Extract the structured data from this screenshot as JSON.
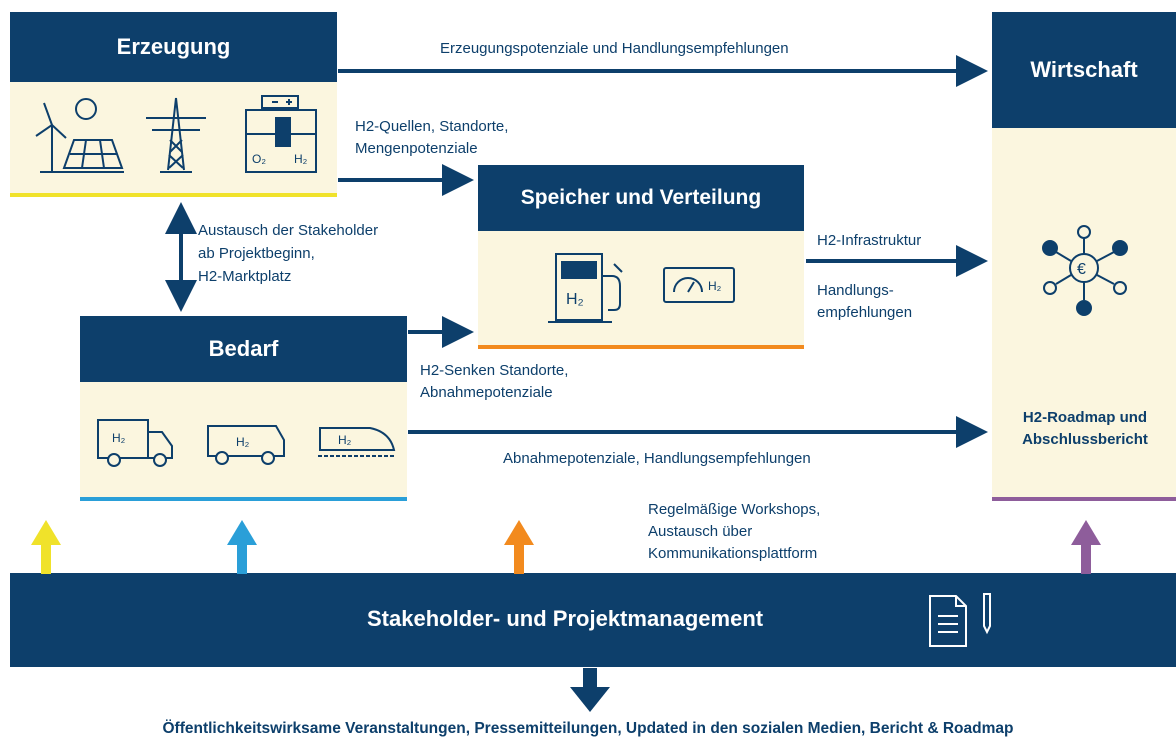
{
  "boxes": {
    "erzeugung": {
      "title": "Erzeugung",
      "underline_color": "#f0e22a"
    },
    "speicher": {
      "title": "Speicher und Verteilung",
      "underline_color": "#f28a1e"
    },
    "bedarf": {
      "title": "Bedarf",
      "underline_color": "#2a9fd8"
    },
    "wirtschaft": {
      "title": "Wirtschaft",
      "body": "H2-Roadmap und Abschlussbericht",
      "underline_color": "#8e5d9b"
    }
  },
  "labels": {
    "erzeugung_to_wirtschaft": "Erzeugungspotenziale und Handlungsempfehlungen",
    "h2_quellen_1": "H2-Quellen, Standorte,",
    "h2_quellen_2": "Mengenpotenziale",
    "austausch_1": "Austausch der Stakeholder",
    "austausch_2": "ab Projektbeginn,",
    "austausch_3": "H2-Marktplatz",
    "h2_infrastruktur": "H2-Infrastruktur",
    "handlungs_1": "Handlungs-",
    "handlungs_2": "empfehlungen",
    "h2_senken_1": "H2-Senken Standorte,",
    "h2_senken_2": "Abnahmepotenziale",
    "abnahme_handlung": "Abnahmepotenziale, Handlungsempfehlungen",
    "workshops_1": "Regelmäßige Workshops,",
    "workshops_2": "Austausch über",
    "workshops_3": "Kommunikationsplattform"
  },
  "icon_text": {
    "h2": "H₂",
    "o2": "O₂"
  },
  "management": {
    "title": "Stakeholder- und Projektmanagement"
  },
  "footer": "Öffentlichkeitswirksame Veranstaltungen, Pressemitteilungen, Updated in den sozialen Medien, Bericht & Roadmap",
  "colors": {
    "navy": "#0d3f6b",
    "panel": "#fbf6df",
    "yellow": "#f0e22a",
    "orange": "#f28a1e",
    "blue": "#2a9fd8",
    "purple": "#8e5d9b"
  }
}
